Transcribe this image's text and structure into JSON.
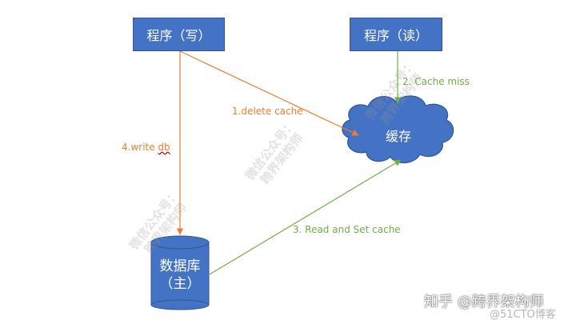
{
  "nodes": {
    "writer": "程序（写）",
    "reader": "程序（读）",
    "cache": "缓存",
    "db_line1": "数据库",
    "db_line2": "（主）"
  },
  "edges": {
    "delete_cache": "1.delete cache",
    "cache_miss": "2. Cache miss",
    "read_set_cache": "3. Read and Set cache",
    "write_db_prefix": "4.write ",
    "write_db_suffix": "db"
  },
  "watermark": {
    "line1": "微信公众号：",
    "line2": "跨界架构师"
  },
  "footer": {
    "zhihu": "知乎 @跨界架构师",
    "blog": "@51CTO博客"
  },
  "colors": {
    "box_fill": "#4472c4",
    "orange_arrow": "#ed7d31",
    "green_arrow": "#70ad47"
  }
}
